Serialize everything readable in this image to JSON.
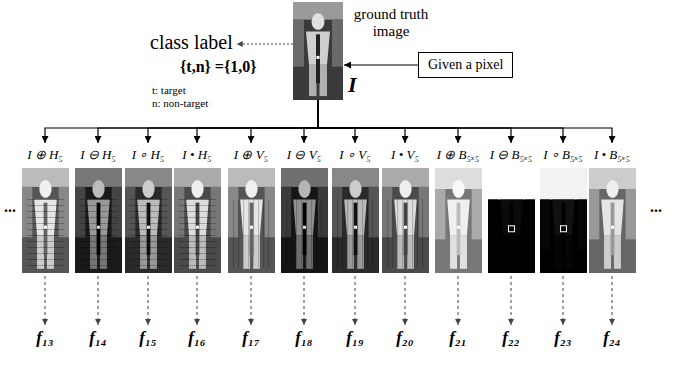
{
  "diagram": {
    "nodes": [
      {
        "text": [
          "ground truth image"
        ]
      },
      {
        "text": [
          "Given a pixel"
        ]
      },
      {
        "text": [
          "I ⊕ H₅"
        ]
      },
      {
        "text": [
          "I ⊖ H₅"
        ]
      },
      {
        "text": [
          "I ∘ H₅"
        ]
      },
      {
        "text": [
          "I • H₅"
        ]
      },
      {
        "text": [
          "I ⊕ V₅"
        ]
      },
      {
        "text": [
          "I ⊖ V₅"
        ]
      },
      {
        "text": [
          "I ∘ V₅"
        ]
      },
      {
        "text": [
          "I • V₅"
        ]
      },
      {
        "text": [
          "I ⊕ B₅ₓ₅"
        ]
      },
      {
        "text": [
          "I ⊖ B₅ₓ₅"
        ]
      },
      {
        "text": [
          "I ∘ B₅ₓ₅"
        ]
      },
      {
        "text": [
          "I • B₅ₓ₅"
        ]
      }
    ],
    "edges": [
      {
        "from": 1,
        "to": 0,
        "arrow": "to"
      },
      {
        "from": 0,
        "to": 2,
        "arrow": "to"
      },
      {
        "from": 0,
        "to": 3,
        "arrow": "to"
      },
      {
        "from": 0,
        "to": 4,
        "arrow": "to"
      },
      {
        "from": 0,
        "to": 5,
        "arrow": "to"
      },
      {
        "from": 0,
        "to": 6,
        "arrow": "to"
      },
      {
        "from": 0,
        "to": 7,
        "arrow": "to"
      },
      {
        "from": 0,
        "to": 8,
        "arrow": "to"
      },
      {
        "from": 0,
        "to": 9,
        "arrow": "to"
      },
      {
        "from": 0,
        "to": 10,
        "arrow": "to"
      },
      {
        "from": 0,
        "to": 11,
        "arrow": "to"
      },
      {
        "from": 0,
        "to": 12,
        "arrow": "to"
      },
      {
        "from": 0,
        "to": 13,
        "arrow": "to"
      }
    ],
    "labels": [
      "class label",
      "{t,n} ={1,0}",
      "t: target",
      "n: non-target",
      "I",
      "...",
      "f₁₃",
      "f₁₄",
      "f₁₅",
      "f₁₆",
      "f₁₇",
      "f₁₈",
      "f₁₉",
      "f₂₀",
      "f₂₁",
      "f₂₂",
      "f₂₃",
      "f₂₄",
      "..."
    ]
  }
}
